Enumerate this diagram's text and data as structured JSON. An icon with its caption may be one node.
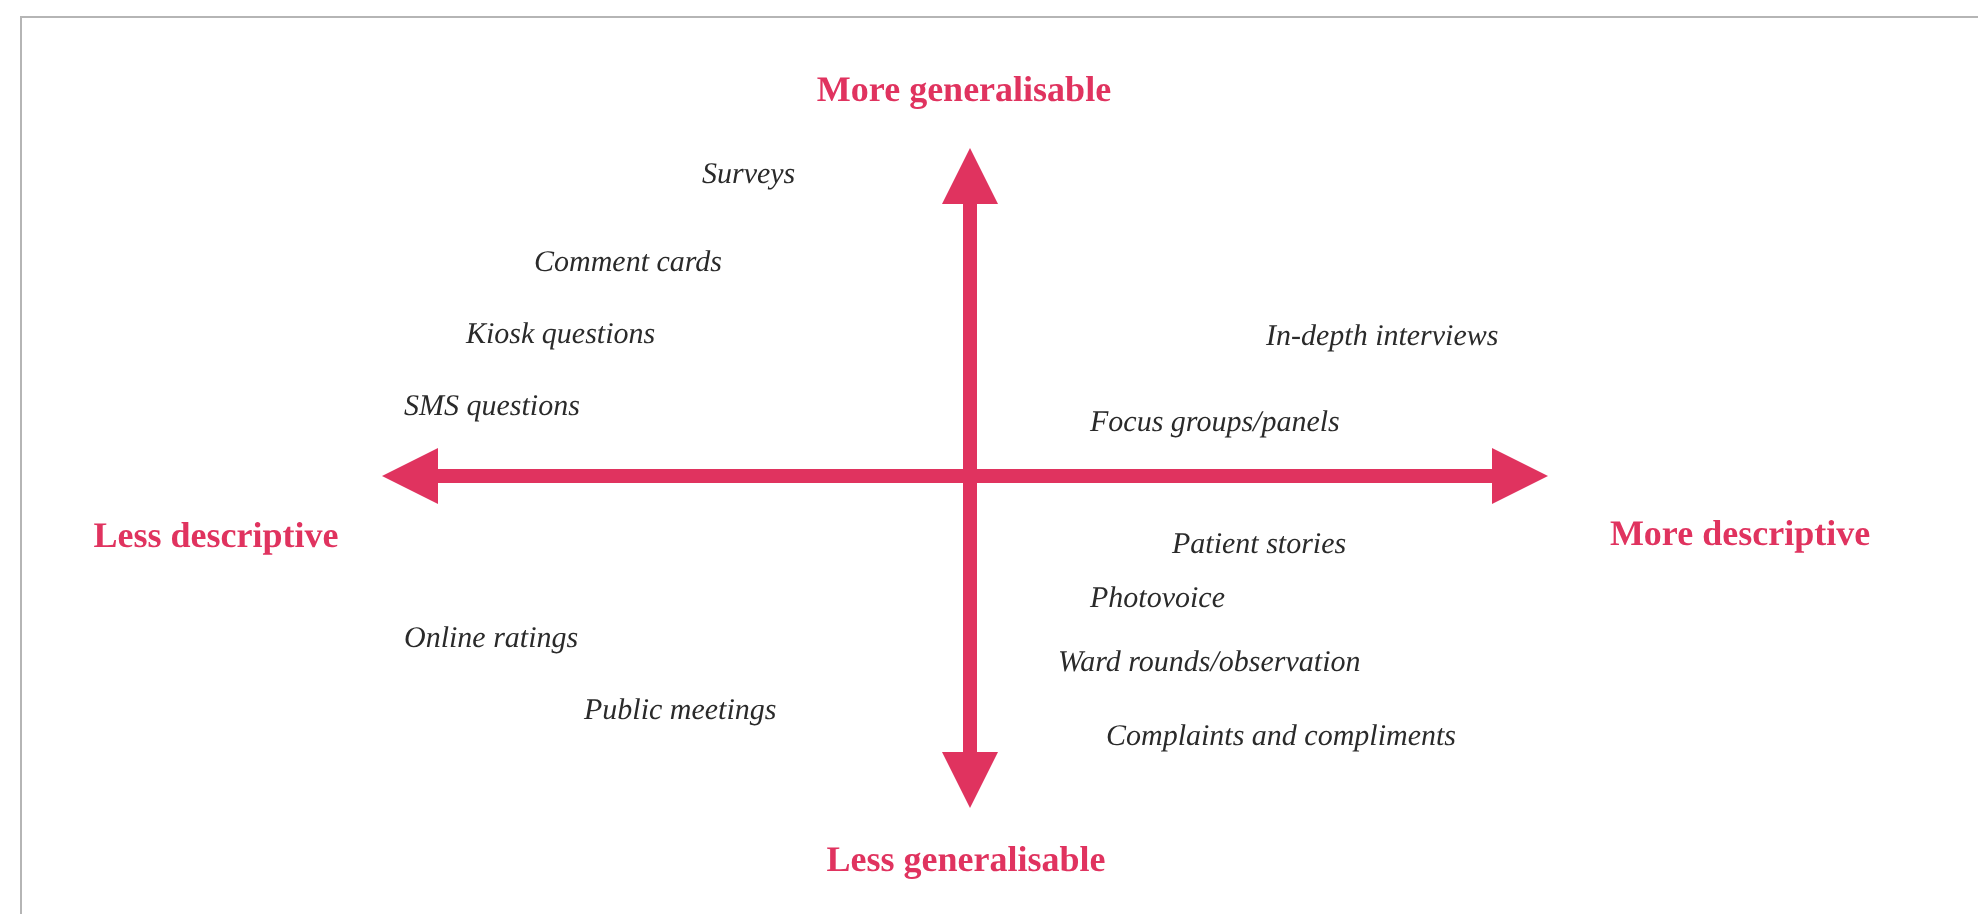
{
  "diagram": {
    "labels": [
      "More generalisable",
      "Surveys",
      "Comment cards",
      "Kiosk questions",
      "In-depth interviews",
      "SMS questions",
      "Focus groups/panels",
      "Less descriptive",
      "More descriptive",
      "Patient stories",
      "Photovoice",
      "Online ratings",
      "Ward rounds/observation",
      "Public meetings",
      "Complaints and compliments",
      "Less generalisable"
    ]
  }
}
